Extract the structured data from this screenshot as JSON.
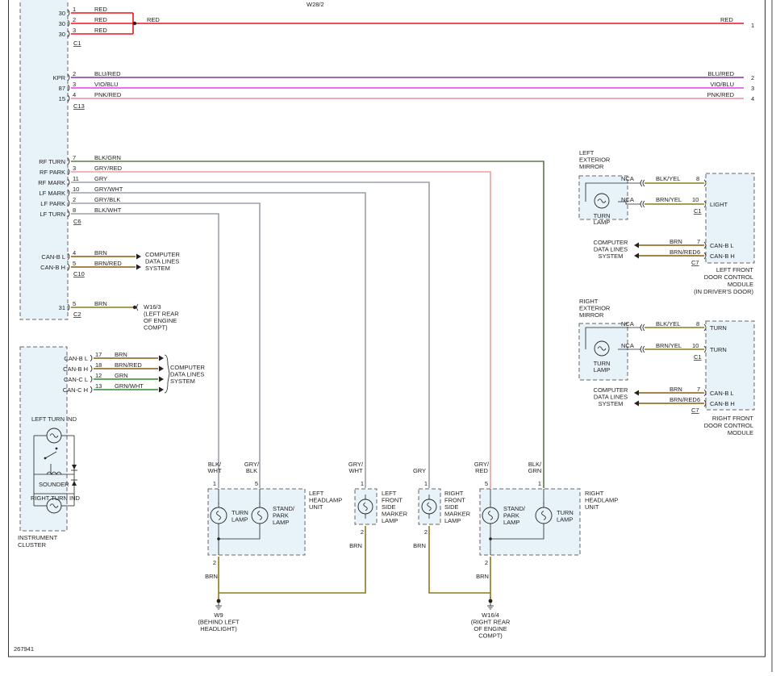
{
  "diagram_id": "267941",
  "top_conn": "W28/2",
  "colors": {
    "red": "#e8141c",
    "purple": "#7a3aa0",
    "magenta": "#e040e0",
    "pink": "#f08a9a",
    "green": "#5a7a4a",
    "lpink": "#e8a0a0",
    "gray": "#9aa0a8",
    "brown": "#8a5a10",
    "olive": "#8a7a20",
    "dkgreen": "#2e8b2e",
    "black": "#222222"
  },
  "left_module": {
    "c1": {
      "conn": "C1",
      "pins": [
        [
          "30",
          "1",
          "RED"
        ],
        [
          "30",
          "2",
          "RED"
        ],
        [
          "30",
          "3",
          "RED"
        ]
      ],
      "splice_label": "RED",
      "dest": "1"
    },
    "c13": {
      "conn": "C13",
      "pins": [
        [
          "KPR",
          "2",
          "BLU/RED",
          "2"
        ],
        [
          "87",
          "3",
          "VIO/BLU",
          "3"
        ],
        [
          "15",
          "4",
          "PNK/RED",
          "4"
        ]
      ]
    },
    "c6": {
      "conn": "C6",
      "pins": [
        [
          "RF TURN",
          "7",
          "BLK/GRN"
        ],
        [
          "RF PARK",
          "3",
          "GRY/RED"
        ],
        [
          "RF MARK",
          "11",
          "GRY"
        ],
        [
          "LF MARK",
          "10",
          "GRY/WHT"
        ],
        [
          "LF PARK",
          "2",
          "GRY/BLK"
        ],
        [
          "LF TURN",
          "8",
          "BLK/WHT"
        ]
      ]
    },
    "c10": {
      "conn": "C10",
      "pins": [
        [
          "CAN-B L",
          "4",
          "BRN"
        ],
        [
          "CAN-B H",
          "5",
          "BRN/RED"
        ]
      ],
      "dest": [
        "COMPUTER",
        "DATA LINES",
        "SYSTEM"
      ]
    },
    "c2": {
      "conn": "C2",
      "pins": [
        [
          "31",
          "5",
          "BRN"
        ]
      ],
      "dest": [
        "W16/3",
        "(LEFT REAR",
        "OF ENGINE",
        "COMPT)"
      ]
    }
  },
  "cluster": {
    "pins": [
      [
        "CAN-B L",
        "17",
        "BRN"
      ],
      [
        "CAN-B H",
        "18",
        "BRN/RED"
      ],
      [
        "CAN-C L",
        "12",
        "GRN"
      ],
      [
        "CAN-C H",
        "13",
        "GRN/WHT"
      ]
    ],
    "dest": [
      "COMPUTER",
      "DATA LINES",
      "SYSTEM"
    ],
    "left_ind": "LEFT TURN IND",
    "sounder": "SOUNDER",
    "right_ind": "RIGHT TURN IND",
    "name": [
      "INSTRUMENT",
      "CLUSTER"
    ]
  },
  "left_mirror": {
    "title": [
      "LEFT",
      "EXTERIOR",
      "MIRROR"
    ],
    "lamp": [
      "TURN",
      "LAMP"
    ],
    "nca": "NCA",
    "w1": "BLK/YEL",
    "p1": "8",
    "w2": "BRN/YEL",
    "p2": "10",
    "conn_c1": "C1",
    "light": "LIGHT"
  },
  "left_door": {
    "can": [
      [
        "BRN",
        "7",
        "CAN-B L"
      ],
      [
        "BRN/RED",
        "6",
        "CAN-B H"
      ]
    ],
    "conn": "C7",
    "dest": [
      "COMPUTER",
      "DATA LINES",
      "SYSTEM"
    ],
    "name": [
      "LEFT FRONT",
      "DOOR CONTROL",
      "MODULE",
      "(IN DRIVER'S DOOR)"
    ]
  },
  "right_mirror": {
    "title": [
      "RIGHT",
      "EXTERIOR",
      "MIRROR"
    ],
    "lamp": [
      "TURN",
      "LAMP"
    ],
    "nca": "NCA",
    "w1": "BLK/YEL",
    "p1": "8",
    "w2": "BRN/YEL",
    "p2": "10",
    "conn_c1": "C1",
    "t1": "TURN",
    "t2": "TURN"
  },
  "right_door": {
    "can": [
      [
        "BRN",
        "7",
        "CAN-B L"
      ],
      [
        "BRN/RED",
        "6",
        "CAN-B H"
      ]
    ],
    "conn": "C7",
    "dest": [
      "COMPUTER",
      "DATA LINES",
      "SYSTEM"
    ],
    "name": [
      "RIGHT FRONT",
      "DOOR CONTROL",
      "MODULE"
    ]
  },
  "lh_unit": {
    "name": [
      "LEFT",
      "HEADLAMP",
      "UNIT"
    ],
    "turn": [
      "TURN",
      "LAMP"
    ],
    "park": [
      "STAND/",
      "PARK",
      "LAMP"
    ],
    "w1": [
      "BLK/",
      "WHT"
    ],
    "p1": "1",
    "w2": [
      "GRY/",
      "BLK"
    ],
    "p2": "5",
    "gp": "2",
    "gw": "BRN"
  },
  "lsm": {
    "name": [
      "LEFT",
      "FRONT",
      "SIDE",
      "MARKER",
      "LAMP"
    ],
    "w": [
      "GRY/",
      "WHT"
    ],
    "p": "1",
    "gp": "2",
    "gw": "BRN"
  },
  "rsm": {
    "name": [
      "RIGHT",
      "FRONT",
      "SIDE",
      "MARKER",
      "LAMP"
    ],
    "w": [
      "GRY"
    ],
    "p": "1",
    "gp": "2",
    "gw": "BRN"
  },
  "rh_unit": {
    "name": [
      "RIGHT",
      "HEADLAMP",
      "UNIT"
    ],
    "park": [
      "STAND/",
      "PARK",
      "LAMP"
    ],
    "turn": [
      "TURN",
      "LAMP"
    ],
    "w1": [
      "GRY/",
      "RED"
    ],
    "p1": "5",
    "w2": [
      "BLK/",
      "GRN"
    ],
    "p2": "1",
    "gp": "2",
    "gw": "BRN"
  },
  "g1": {
    "name": [
      "W9",
      "(BEHIND LEFT",
      "HEADLIGHT)"
    ]
  },
  "g2": {
    "name": [
      "W16/4",
      "(RIGHT REAR",
      "OF ENGINE",
      "COMPT)"
    ]
  }
}
